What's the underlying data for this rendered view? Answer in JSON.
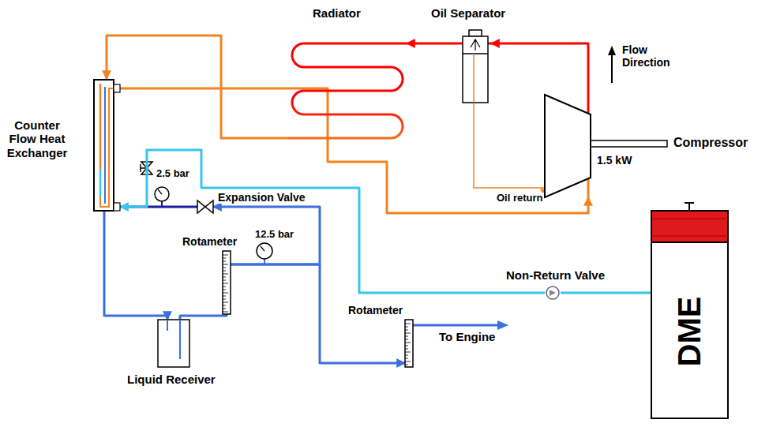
{
  "diagram": {
    "nodes": [
      {
        "text": [
          "Radiator"
        ]
      },
      {
        "text": [
          "Oil Separator"
        ]
      },
      {
        "text": [
          "Compressor",
          "1.5 kW"
        ]
      },
      {
        "text": [
          "Counter Flow Heat Exchanger"
        ]
      },
      {
        "text": [
          "Expansion Valve"
        ]
      },
      {
        "text": [
          "Liquid Receiver"
        ]
      },
      {
        "text": [
          "Rotameter"
        ]
      },
      {
        "text": [
          "Rotameter"
        ]
      },
      {
        "text": [
          "Non-Return Valve"
        ]
      },
      {
        "text": [
          "DME"
        ]
      }
    ],
    "edges": [
      {
        "from": 2,
        "to": 1,
        "arrow": "to"
      },
      {
        "from": 1,
        "to": 0,
        "arrow": "to"
      },
      {
        "from": 0,
        "to": 3,
        "arrow": "to"
      },
      {
        "from": 3,
        "to": 2,
        "arrow": "to"
      },
      {
        "from": 1,
        "to": 2,
        "arrow": "to"
      },
      {
        "from": 3,
        "to": 5,
        "arrow": "to"
      },
      {
        "from": 5,
        "to": 6,
        "arrow": "none"
      },
      {
        "from": 6,
        "to": 4,
        "arrow": "to"
      },
      {
        "from": 4,
        "to": 3,
        "arrow": "none"
      },
      {
        "from": 6,
        "to": 7,
        "arrow": "to"
      },
      {
        "from": 9,
        "to": 8,
        "arrow": "none"
      },
      {
        "from": 8,
        "to": 3,
        "arrow": "to"
      }
    ],
    "labels": [
      "Flow Direction",
      "Oil return",
      "2.5 bar",
      "12.5 bar",
      "To Engine"
    ]
  }
}
